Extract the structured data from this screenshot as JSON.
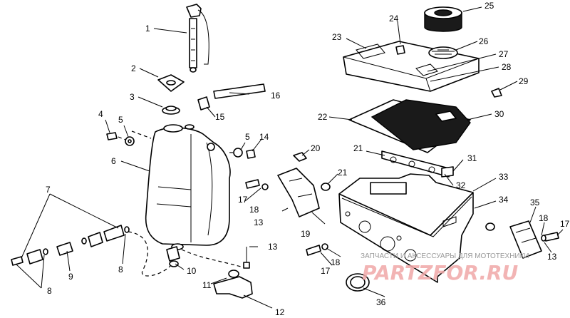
{
  "callouts": [
    "1",
    "2",
    "3",
    "4",
    "5",
    "5",
    "6",
    "7",
    "8",
    "8",
    "9",
    "10",
    "11",
    "12",
    "13",
    "13",
    "13",
    "14",
    "15",
    "16",
    "17",
    "17",
    "17",
    "18",
    "18",
    "18",
    "19",
    "20",
    "21",
    "21",
    "22",
    "23",
    "24",
    "25",
    "26",
    "27",
    "28",
    "29",
    "30",
    "31",
    "32",
    "33",
    "34",
    "35",
    "36"
  ],
  "watermark": {
    "line": "ЗАПЧАСТИ И АКСЕССУАРЫ ДЛЯ МОТОТЕХНИКИ",
    "logo": "PARTZFOR.RU"
  }
}
